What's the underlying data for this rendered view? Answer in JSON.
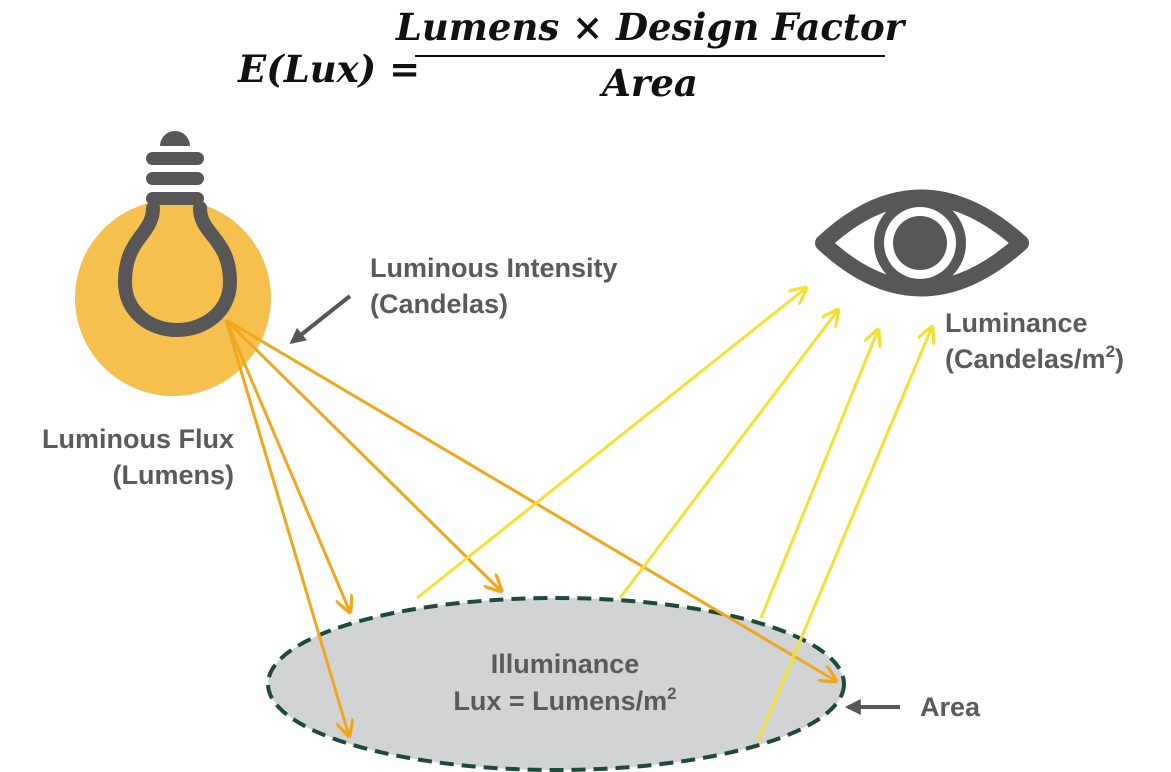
{
  "formula": {
    "lhs": "E(Lux) =",
    "numerator": "Lumens × Design Factor",
    "denominator": "Area"
  },
  "labels": {
    "luminous_intensity_line1": "Luminous Intensity",
    "luminous_intensity_line2": "(Candelas)",
    "luminous_flux_line1": "Luminous Flux",
    "luminous_flux_line2": "(Lumens)",
    "luminance_line1": "Luminance",
    "luminance_line2": "(Candelas/m",
    "luminance_sup": "2",
    "luminance_close": ")",
    "illuminance_line1": "Illuminance",
    "illuminance_line2": "Lux = Lumens/m",
    "illuminance_sup": "2",
    "area": "Area"
  },
  "icons": {
    "bulb": "lightbulb-icon",
    "eye": "eye-icon"
  },
  "colors": {
    "text_gray": "#5a5a5a",
    "icon_gray": "#575757",
    "glow": "#f6c04f",
    "incident_ray": "#f0a61d",
    "reflected_ray": "#f2e033",
    "area_fill": "#d2d3d5",
    "area_border": "#1e4a39"
  }
}
